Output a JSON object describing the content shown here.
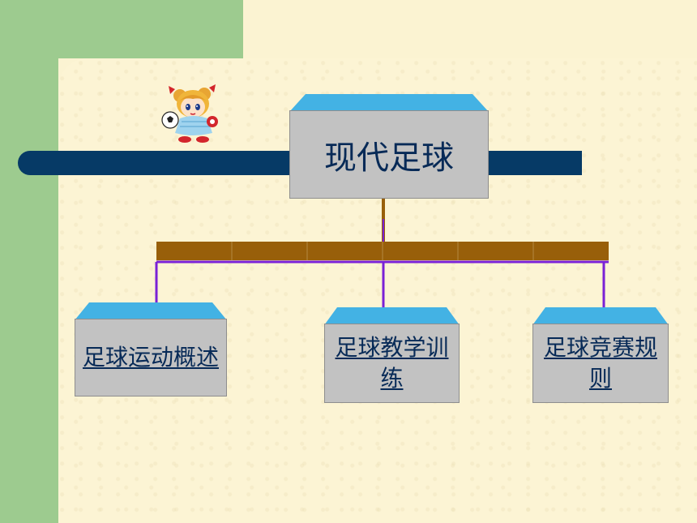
{
  "diagram": {
    "root": {
      "label": "现代足球"
    },
    "children": [
      {
        "label": "足球运动概述"
      },
      {
        "label": "足球教学训练"
      },
      {
        "label": "足球竞赛规则"
      }
    ]
  },
  "colors": {
    "green": "#9dcb8f",
    "cream": "#fcf4d4",
    "navy_bar": "#063a66",
    "box_face": "#c2c2c2",
    "box_cap": "#43b2e4",
    "connector_brown": "#985f0a",
    "connector_purple": "#7a21d6",
    "text": "#072a57"
  },
  "icons": {
    "mascot": "cartoon-girl-with-soccer-ball-icon"
  }
}
